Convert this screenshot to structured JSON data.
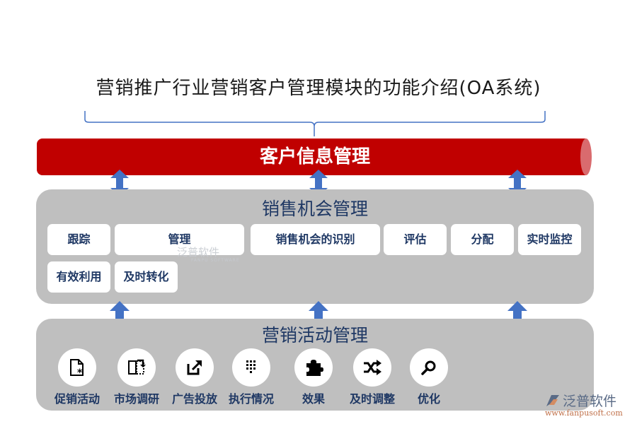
{
  "title": "营销推广行业营销客户管理模块的功能介绍(OA系统)",
  "top_bar": {
    "label": "客户信息管理",
    "color": "#c00000"
  },
  "opportunity_panel": {
    "title": "销售机会管理",
    "cards": [
      {
        "label": "跟踪"
      },
      {
        "label": "管理"
      },
      {
        "label": "销售机会的识别"
      },
      {
        "label": "评估"
      },
      {
        "label": "分配"
      },
      {
        "label": "实时监控"
      },
      {
        "label": "有效利用"
      },
      {
        "label": "及时转化"
      }
    ]
  },
  "activity_panel": {
    "title": "营销活动管理",
    "items": [
      {
        "label": "促销活动",
        "icon": "document-asterisk-icon"
      },
      {
        "label": "市场调研",
        "icon": "split-panel-arrow-icon"
      },
      {
        "label": "广告投放",
        "icon": "external-link-icon"
      },
      {
        "label": "执行情况",
        "icon": "dial-pad-icon"
      },
      {
        "label": "效果",
        "icon": "puzzle-icon"
      },
      {
        "label": "及时调整",
        "icon": "shuffle-icon"
      },
      {
        "label": "优化",
        "icon": "search-icon"
      }
    ]
  },
  "watermark": {
    "text": "泛普软件",
    "sub": "FANPU SOFTWARE"
  },
  "logo": {
    "text": "泛普软件",
    "url": "www.fanpusoft.com"
  },
  "colors": {
    "arrow": "#4472c4",
    "panel": "#bfbfbf",
    "text_dark_blue": "#1f3864"
  }
}
